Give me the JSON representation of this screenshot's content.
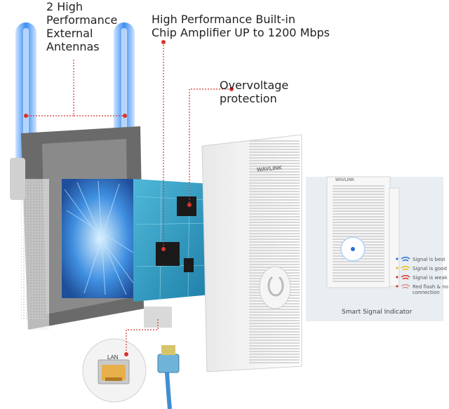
{
  "labels": {
    "antennas": "2 High\nPerformance\nExternal\nAntennas",
    "amplifier": "High Performance Built-in\nChip Amplifier UP to 1200 Mbps",
    "overvoltage": "Overvoltage\nprotection"
  },
  "brand": "WAVLINK",
  "lan_port": "LAN",
  "signal_indicator": {
    "title": "Smart Signal Indicator",
    "legend": [
      {
        "text": "Signal is best",
        "color": "#2b6fd6"
      },
      {
        "text": "Signal is good",
        "color": "#e8c21c"
      },
      {
        "text": "Signal is weak",
        "color": "#d8342c"
      },
      {
        "text": "Red flash & no\nconnection",
        "color": "#d8342c"
      }
    ]
  },
  "colors": {
    "accent_red": "#d8342c",
    "antenna_glow": "#3b8df0",
    "panel_bg": "#e9eef2"
  }
}
